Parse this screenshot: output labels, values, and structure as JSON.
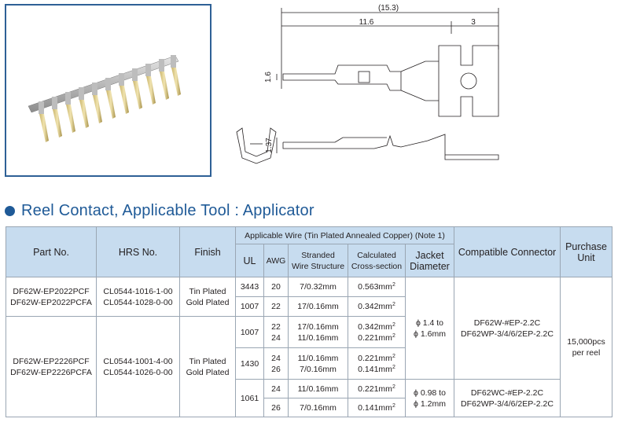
{
  "drawing": {
    "dim_total": "(15.3)",
    "dim_length": "11.6",
    "dim_tail": "3",
    "dim_height_top": "1.6",
    "dim_height_side": "1.37"
  },
  "section": {
    "title": "Reel Contact, Applicable Tool : Applicator"
  },
  "table": {
    "headers": {
      "part_no": "Part No.",
      "hrs_no": "HRS No.",
      "finish": "Finish",
      "applicable_wire": "Applicable Wire (Tin Plated Annealed Copper) (Note 1)",
      "ul": "UL",
      "awg": "AWG",
      "stranded_1": "Stranded",
      "stranded_2": "Wire Structure",
      "calc_1": "Calculated",
      "calc_2": "Cross-section",
      "jacket_1": "Jacket",
      "jacket_2": "Diameter",
      "connector": "Compatible Connector",
      "purchase_1": "Purchase",
      "purchase_2": "Unit"
    },
    "group1": {
      "part_a": "DF62W-EP2022PCF",
      "part_b": "DF62W-EP2022PCFA",
      "hrs_a": "CL0544-1016-1-00",
      "hrs_b": "CL0544-1028-0-00",
      "finish_a": "Tin Plated",
      "finish_b": "Gold Plated",
      "rows": [
        {
          "ul": "3443",
          "awg": "20",
          "strand": "7/0.32mm",
          "cross": "0.563mm",
          "sup": "2"
        },
        {
          "ul": "1007",
          "awg": "22",
          "strand": "17/0.16mm",
          "cross": "0.342mm",
          "sup": "2"
        }
      ]
    },
    "group2": {
      "part_a": "DF62W-EP2226PCF",
      "part_b": "DF62W-EP2226PCFA",
      "hrs_a": "CL0544-1001-4-00",
      "hrs_b": "CL0544-1026-0-00",
      "finish_a": "Tin Plated",
      "finish_b": "Gold Plated",
      "r1": {
        "ul": "1007",
        "awg_a": "22",
        "awg_b": "24",
        "strand_a": "17/0.16mm",
        "strand_b": "11/0.16mm",
        "cross_a": "0.342mm",
        "cross_b": "0.221mm",
        "sup": "2"
      },
      "r2": {
        "ul": "1430",
        "awg_a": "24",
        "awg_b": "26",
        "strand_a": "11/0.16mm",
        "strand_b": "7/0.16mm",
        "cross_a": "0.221mm",
        "cross_b": "0.141mm",
        "sup": "2"
      },
      "r3": {
        "ul": "1061",
        "awg": "24",
        "strand": "11/0.16mm",
        "cross": "0.221mm",
        "sup": "2"
      },
      "r4": {
        "awg": "26",
        "strand": "7/0.16mm",
        "cross": "0.141mm",
        "sup": "2"
      }
    },
    "jacket_1": {
      "a": "ϕ 1.4 to",
      "b": "ϕ 1.6mm"
    },
    "jacket_2": {
      "a": "ϕ 0.98 to",
      "b": "ϕ 1.2mm"
    },
    "connector_1": {
      "a": "DF62W-#EP-2.2C",
      "b": "DF62WP-3/4/6/2EP-2.2C"
    },
    "connector_2": {
      "a": "DF62WC-#EP-2.2C",
      "b": "DF62WP-3/4/6/2EP-2.2C"
    },
    "purchase": {
      "a": "15,000pcs",
      "b": "per reel"
    }
  }
}
